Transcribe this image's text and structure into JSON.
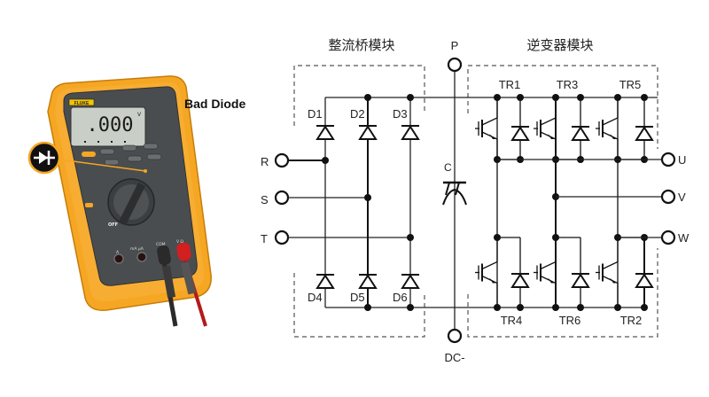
{
  "multimeter": {
    "brand": "FLUKE",
    "display_reading": ".000",
    "display_unit_glyph": "V",
    "mode_badge_icon": "diode-icon",
    "jacks": [
      "A",
      "mA µA",
      "COM",
      "V Ω"
    ],
    "off_label": "OFF",
    "caption": "Bad Diode",
    "colors": {
      "body": "#f5a623",
      "face": "#4a4d50",
      "lcd": "#c9cfc6",
      "red_probe": "#d21f1f",
      "black_probe": "#2a2a2a"
    }
  },
  "circuit": {
    "rectifier_title": "整流桥模块",
    "inverter_title": "逆变器模块",
    "dc_positive_label": "P",
    "dc_negative_label": "DC-",
    "capacitor_label": "C",
    "inputs": [
      "R",
      "S",
      "T"
    ],
    "outputs": [
      "U",
      "V",
      "W"
    ],
    "upper_diodes": [
      "D1",
      "D2",
      "D3"
    ],
    "lower_diodes": [
      "D4",
      "D5",
      "D6"
    ],
    "upper_transistors": [
      "TR1",
      "TR3",
      "TR5"
    ],
    "lower_transistors": [
      "TR4",
      "TR6",
      "TR2"
    ]
  }
}
